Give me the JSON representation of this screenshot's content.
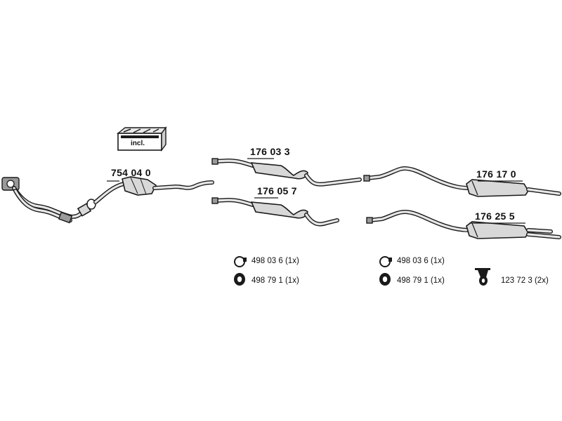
{
  "kit_label": "incl.",
  "parts": [
    {
      "id": "front-pipe-cat",
      "number": "754 04 0"
    },
    {
      "id": "middle-silencer-1",
      "number": "176 03 3"
    },
    {
      "id": "middle-silencer-2",
      "number": "176 05 7"
    },
    {
      "id": "rear-silencer-1",
      "number": "176 17 0"
    },
    {
      "id": "rear-silencer-2",
      "number": "176 25 5"
    }
  ],
  "accessories": [
    {
      "icon": "clamp-ring-icon",
      "number": "498 03 6",
      "qty": "(1x)"
    },
    {
      "icon": "rubber-mount-icon",
      "number": "498 79 1",
      "qty": "(1x)"
    },
    {
      "icon": "clamp-ring-icon",
      "number": "498 03 6",
      "qty": "(1x)"
    },
    {
      "icon": "rubber-mount-icon",
      "number": "498 79 1",
      "qty": "(1x)"
    },
    {
      "icon": "hanger-bracket-icon",
      "number": "123 72 3",
      "qty": "(2x)"
    }
  ]
}
